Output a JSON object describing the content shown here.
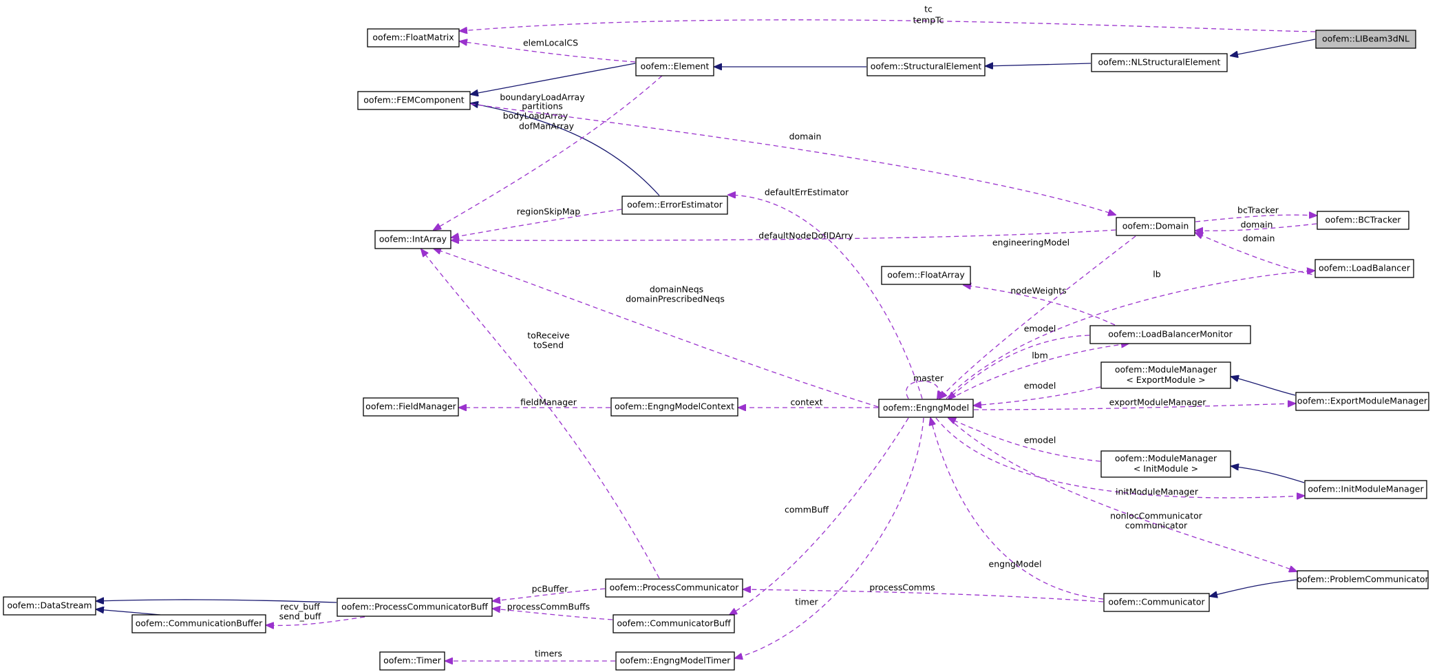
{
  "diagram": {
    "nodes": [
      {
        "id": "LIBeam3dNL",
        "label": "oofem::LIBeam3dNL",
        "highlight": true
      },
      {
        "id": "FloatMatrix",
        "label": "oofem::FloatMatrix"
      },
      {
        "id": "Element",
        "label": "oofem::Element"
      },
      {
        "id": "StructuralElement",
        "label": "oofem::StructuralElement"
      },
      {
        "id": "NLStructuralElement",
        "label": "oofem::NLStructuralElement"
      },
      {
        "id": "FEMComponent",
        "label": "oofem::FEMComponent"
      },
      {
        "id": "ErrorEstimator",
        "label": "oofem::ErrorEstimator"
      },
      {
        "id": "Domain",
        "label": "oofem::Domain"
      },
      {
        "id": "BCTracker",
        "label": "oofem::BCTracker"
      },
      {
        "id": "IntArray",
        "label": "oofem::IntArray"
      },
      {
        "id": "FloatArray",
        "label": "oofem::FloatArray"
      },
      {
        "id": "LoadBalancer",
        "label": "oofem::LoadBalancer"
      },
      {
        "id": "LoadBalancerMonitor",
        "label": "oofem::LoadBalancerMonitor"
      },
      {
        "id": "MMExport",
        "label": [
          "oofem::ModuleManager",
          "< ExportModule >"
        ]
      },
      {
        "id": "ExportModuleManager",
        "label": "oofem::ExportModuleManager"
      },
      {
        "id": "FieldManager",
        "label": "oofem::FieldManager"
      },
      {
        "id": "EngngModelContext",
        "label": "oofem::EngngModelContext"
      },
      {
        "id": "EngngModel",
        "label": "oofem::EngngModel"
      },
      {
        "id": "MMInit",
        "label": [
          "oofem::ModuleManager",
          "< InitModule >"
        ]
      },
      {
        "id": "InitModuleManager",
        "label": "oofem::InitModuleManager"
      },
      {
        "id": "ProblemCommunicator",
        "label": "oofem::ProblemCommunicator"
      },
      {
        "id": "DataStream",
        "label": "oofem::DataStream"
      },
      {
        "id": "ProcessCommunicatorBuff",
        "label": "oofem::ProcessCommunicatorBuff"
      },
      {
        "id": "ProcessCommunicator",
        "label": "oofem::ProcessCommunicator"
      },
      {
        "id": "CommunicationBuffer",
        "label": "oofem::CommunicationBuffer"
      },
      {
        "id": "CommunicatorBuff",
        "label": "oofem::CommunicatorBuff"
      },
      {
        "id": "Communicator",
        "label": "oofem::Communicator"
      },
      {
        "id": "Timer",
        "label": "oofem::Timer"
      },
      {
        "id": "EngngModelTimer",
        "label": "oofem::EngngModelTimer"
      }
    ],
    "edges": [
      {
        "from": "NLStructuralElement",
        "to": "LIBeam3dNL",
        "kind": "inherit",
        "label": []
      },
      {
        "from": "StructuralElement",
        "to": "NLStructuralElement",
        "kind": "inherit",
        "label": []
      },
      {
        "from": "Element",
        "to": "StructuralElement",
        "kind": "inherit",
        "label": []
      },
      {
        "from": "FEMComponent",
        "to": "Element",
        "kind": "inherit",
        "label": []
      },
      {
        "from": "FEMComponent",
        "to": "ErrorEstimator",
        "kind": "inherit",
        "label": []
      },
      {
        "from": "MMExport",
        "to": "ExportModuleManager",
        "kind": "inherit",
        "label": []
      },
      {
        "from": "MMInit",
        "to": "InitModuleManager",
        "kind": "inherit",
        "label": []
      },
      {
        "from": "Communicator",
        "to": "ProblemCommunicator",
        "kind": "inherit",
        "label": []
      },
      {
        "from": "DataStream",
        "to": "ProcessCommunicatorBuff",
        "kind": "inherit",
        "label": []
      },
      {
        "from": "DataStream",
        "to": "CommunicationBuffer",
        "kind": "inherit",
        "label": []
      },
      {
        "from": "LIBeam3dNL",
        "to": "FloatMatrix",
        "kind": "usage",
        "label": [
          "tc",
          "tempTc"
        ]
      },
      {
        "from": "Element",
        "to": "FloatMatrix",
        "kind": "usage",
        "label": [
          "elemLocalCS"
        ]
      },
      {
        "from": "Element",
        "to": "IntArray",
        "kind": "usage",
        "label": [
          "boundaryLoadArray",
          "partitions",
          "bodyLoadArray",
          "dofManArray"
        ]
      },
      {
        "from": "FEMComponent",
        "to": "Domain",
        "kind": "usage",
        "label": [
          "domain"
        ]
      },
      {
        "from": "ErrorEstimator",
        "to": "IntArray",
        "kind": "usage",
        "label": [
          "regionSkipMap"
        ]
      },
      {
        "from": "EngngModel",
        "to": "ErrorEstimator",
        "kind": "usage",
        "label": [
          "defaultErrEstimator"
        ]
      },
      {
        "from": "Domain",
        "to": "IntArray",
        "kind": "usage",
        "label": [
          "defaultNodeDofIDArry"
        ]
      },
      {
        "from": "Domain",
        "to": "BCTracker",
        "kind": "usage",
        "label": [
          "bcTracker"
        ]
      },
      {
        "from": "BCTracker",
        "to": "Domain",
        "kind": "usage",
        "label": [
          "domain"
        ]
      },
      {
        "from": "LoadBalancer",
        "to": "Domain",
        "kind": "usage",
        "label": [
          "domain"
        ]
      },
      {
        "from": "Domain",
        "to": "EngngModel",
        "kind": "usage",
        "label": [
          "engineeringModel"
        ]
      },
      {
        "from": "EngngModel",
        "to": "LoadBalancer",
        "kind": "usage",
        "label": [
          "lb"
        ]
      },
      {
        "from": "LoadBalancerMonitor",
        "to": "FloatArray",
        "kind": "usage",
        "label": [
          "nodeWeights"
        ]
      },
      {
        "from": "LoadBalancerMonitor",
        "to": "EngngModel",
        "kind": "usage",
        "label": [
          "emodel"
        ]
      },
      {
        "from": "EngngModel",
        "to": "LoadBalancerMonitor",
        "kind": "usage",
        "label": [
          "lbm"
        ]
      },
      {
        "from": "EngngModel",
        "to": "IntArray",
        "kind": "usage",
        "label": [
          "domainNeqs",
          "domainPrescribedNeqs"
        ]
      },
      {
        "from": "ProcessCommunicator",
        "to": "IntArray",
        "kind": "usage",
        "label": [
          "toReceive",
          "toSend"
        ]
      },
      {
        "from": "EngngModel",
        "to": "EngngModel",
        "kind": "usage",
        "label": [
          "master"
        ]
      },
      {
        "from": "MMExport",
        "to": "EngngModel",
        "kind": "usage",
        "label": [
          "emodel"
        ]
      },
      {
        "from": "EngngModelContext",
        "to": "FieldManager",
        "kind": "usage",
        "label": [
          "fieldManager"
        ]
      },
      {
        "from": "EngngModel",
        "to": "EngngModelContext",
        "kind": "usage",
        "label": [
          "context"
        ]
      },
      {
        "from": "EngngModel",
        "to": "ExportModuleManager",
        "kind": "usage",
        "label": [
          "exportModuleManager"
        ]
      },
      {
        "from": "MMInit",
        "to": "EngngModel",
        "kind": "usage",
        "label": [
          "emodel"
        ]
      },
      {
        "from": "EngngModel",
        "to": "InitModuleManager",
        "kind": "usage",
        "label": [
          "initModuleManager"
        ]
      },
      {
        "from": "EngngModel",
        "to": "ProblemCommunicator",
        "kind": "usage",
        "label": [
          "nonlocCommunicator",
          "communicator"
        ]
      },
      {
        "from": "EngngModel",
        "to": "CommunicatorBuff",
        "kind": "usage",
        "label": [
          "commBuff"
        ]
      },
      {
        "from": "Communicator",
        "to": "EngngModel",
        "kind": "usage",
        "label": [
          "engngModel"
        ]
      },
      {
        "from": "ProcessCommunicator",
        "to": "ProcessCommunicatorBuff",
        "kind": "usage",
        "label": [
          "pcBuffer"
        ]
      },
      {
        "from": "Communicator",
        "to": "ProcessCommunicator",
        "kind": "usage",
        "label": [
          "processComms"
        ]
      },
      {
        "from": "CommunicatorBuff",
        "to": "ProcessCommunicatorBuff",
        "kind": "usage",
        "label": [
          "processCommBuffs"
        ]
      },
      {
        "from": "ProcessCommunicatorBuff",
        "to": "CommunicationBuffer",
        "kind": "usage",
        "label": [
          "recv_buff",
          "send_buff"
        ]
      },
      {
        "from": "EngngModel",
        "to": "EngngModelTimer",
        "kind": "usage",
        "label": [
          "timer"
        ]
      },
      {
        "from": "EngngModelTimer",
        "to": "Timer",
        "kind": "usage",
        "label": [
          "timers"
        ]
      }
    ]
  },
  "colors": {
    "inheritance": "#191970",
    "usage": "#9a32cd",
    "highlight_fill": "#bfbfbf"
  }
}
